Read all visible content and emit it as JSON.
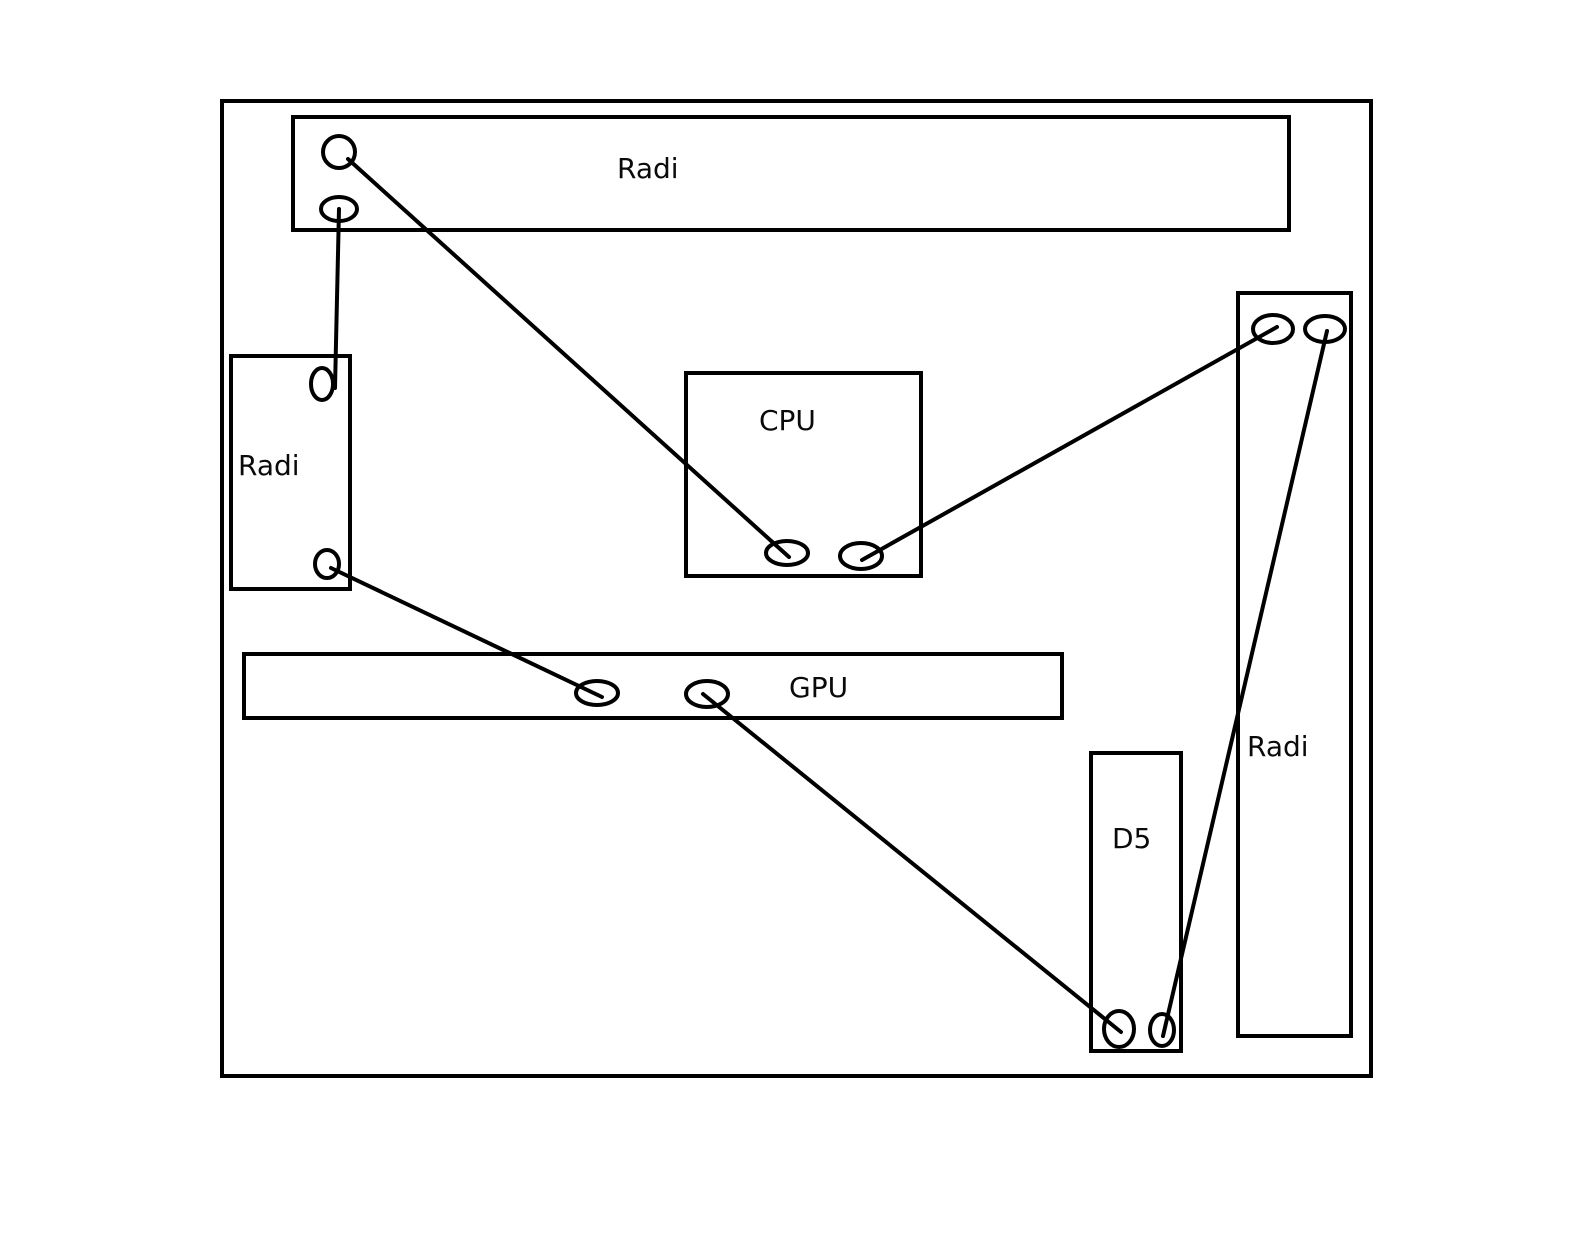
{
  "diagram": {
    "title": "",
    "components": [
      {
        "id": "case",
        "label": ""
      },
      {
        "id": "radi-top",
        "label": "Radi"
      },
      {
        "id": "radi-left",
        "label": "Radi"
      },
      {
        "id": "cpu",
        "label": "CPU"
      },
      {
        "id": "gpu",
        "label": "GPU"
      },
      {
        "id": "radi-right",
        "label": "Radi"
      },
      {
        "id": "d5",
        "label": "D5"
      }
    ],
    "connections": [
      {
        "from": "radi-top",
        "to": "cpu"
      },
      {
        "from": "radi-top",
        "to": "radi-left"
      },
      {
        "from": "radi-left",
        "to": "gpu"
      },
      {
        "from": "gpu",
        "to": "d5"
      },
      {
        "from": "d5",
        "to": "radi-right"
      },
      {
        "from": "radi-right",
        "to": "cpu"
      }
    ]
  }
}
